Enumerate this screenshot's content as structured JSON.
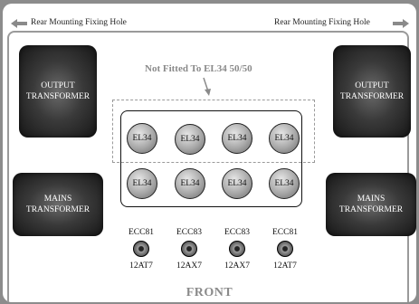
{
  "labels": {
    "rear_hole_left": "Rear Mounting Fixing Hole",
    "rear_hole_right": "Rear Mounting Fixing Hole",
    "not_fitted": "Not Fitted To EL34 50/50",
    "front": "FRONT"
  },
  "transformers": {
    "output_left": [
      "OUTPUT",
      "TRANSFORMER"
    ],
    "output_right": [
      "OUTPUT",
      "TRANSFORMER"
    ],
    "mains_left": [
      "MAINS",
      "TRANSFORMER"
    ],
    "mains_right": [
      "MAINS",
      "TRANSFORMER"
    ]
  },
  "power_tubes": {
    "top_row": [
      "EL34",
      "EL34",
      "EL34",
      "EL34"
    ],
    "bottom_row": [
      "EL34",
      "EL34",
      "EL34",
      "EL34"
    ]
  },
  "preamp_tubes": [
    {
      "top": "ECC81",
      "bottom": "12AT7"
    },
    {
      "top": "ECC83",
      "bottom": "12AX7"
    },
    {
      "top": "ECC83",
      "bottom": "12AX7"
    },
    {
      "top": "ECC81",
      "bottom": "12AT7"
    }
  ],
  "colors": {
    "background": "#8c8c8c",
    "chassis": "#ffffff",
    "transformer": "#1e1e1e",
    "label_grey": "#8a8a8a"
  }
}
